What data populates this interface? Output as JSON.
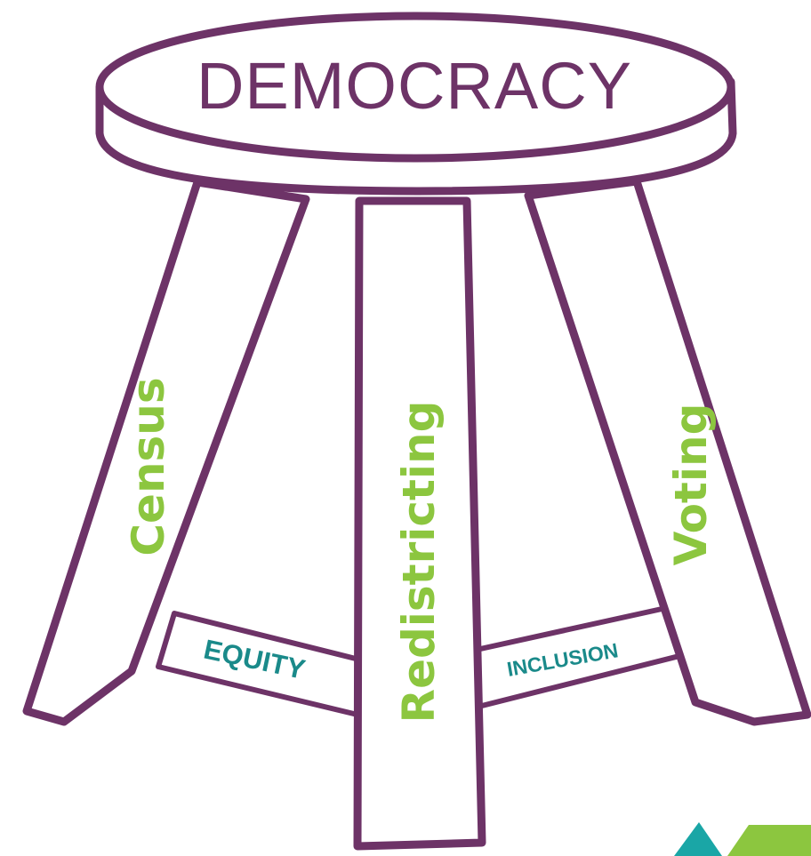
{
  "diagram": {
    "seat_label": "DEMOCRACY",
    "legs": [
      {
        "label": "Census"
      },
      {
        "label": "Redistricting"
      },
      {
        "label": "Voting"
      }
    ],
    "braces": [
      {
        "label": "EQUITY"
      },
      {
        "label": "INCLUSION"
      }
    ]
  },
  "colors": {
    "outline": "#6d3367",
    "leg_text": "#8cc63f",
    "brace_text": "#1a8a8a",
    "corner_accent_teal": "#1aa6a6",
    "corner_accent_green": "#8cc63f"
  }
}
